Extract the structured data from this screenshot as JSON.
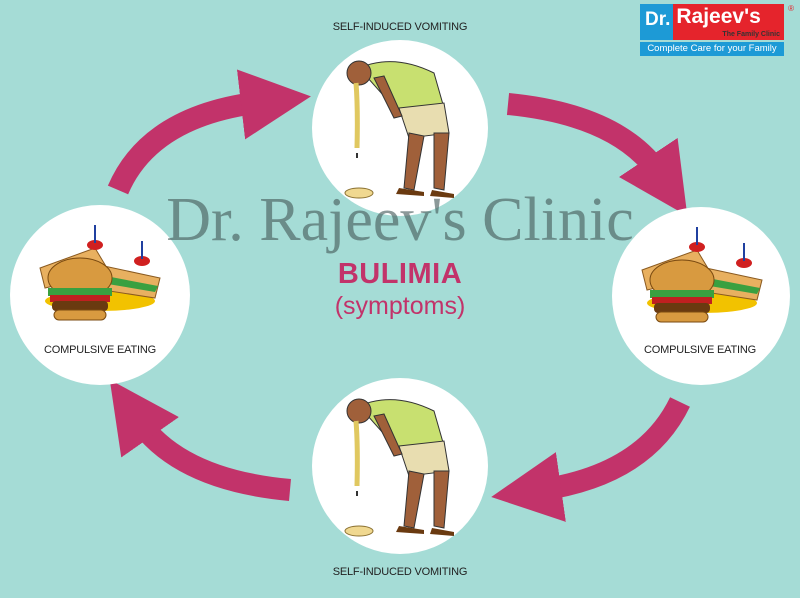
{
  "title": "BULIMIA",
  "subtitle": "(symptoms)",
  "watermark": "Dr. Rajeev's Clinic",
  "logo": {
    "name_dr": "Dr.",
    "name_main": "Rajeev's",
    "sub": "The Family Clinic",
    "tagline": "Complete Care for your Family",
    "registered": "®"
  },
  "cycle": [
    {
      "label": "SELF-INDUCED VOMITING",
      "icon": "vomiting-man-icon"
    },
    {
      "label": "COMPULSIVE EATING",
      "icon": "fast-food-icon"
    },
    {
      "label": "SELF-INDUCED VOMITING",
      "icon": "vomiting-man-icon"
    },
    {
      "label": "COMPULSIVE EATING",
      "icon": "fast-food-icon"
    }
  ],
  "colors": {
    "background": "#a5dcd6",
    "accent": "#c2336a"
  }
}
